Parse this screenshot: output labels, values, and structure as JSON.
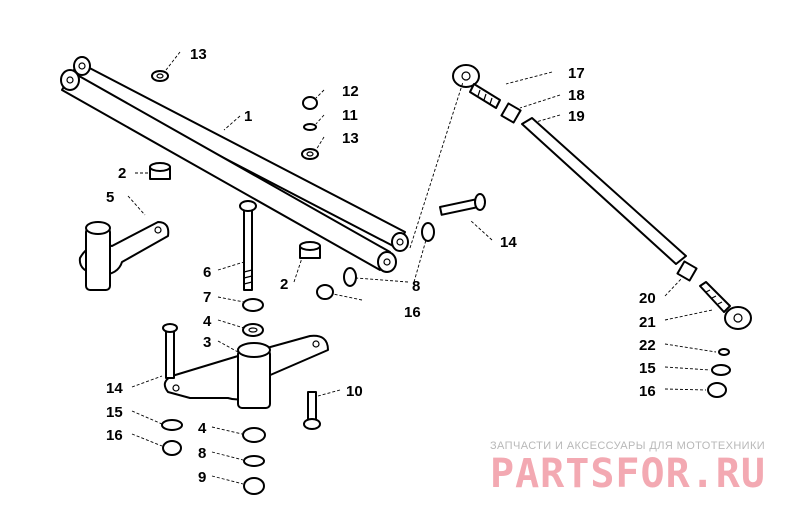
{
  "callouts": {
    "c1": "1",
    "c2a": "2",
    "c2b": "2",
    "c3": "3",
    "c4a": "4",
    "c4b": "4",
    "c5": "5",
    "c6": "6",
    "c7": "7",
    "c8a": "8",
    "c8b": "8",
    "c9": "9",
    "c10": "10",
    "c11": "11",
    "c12": "12",
    "c13a": "13",
    "c13b": "13",
    "c14a": "14",
    "c14b": "14",
    "c15a": "15",
    "c15b": "15",
    "c16a": "16",
    "c16b": "16",
    "c16c": "16",
    "c17": "17",
    "c18": "18",
    "c19": "19",
    "c20": "20",
    "c21": "21",
    "c22": "22"
  },
  "watermark": {
    "tagline": "ЗАПЧАСТИ И АКСЕССУАРЫ ДЛЯ МОТОТЕХНИКИ",
    "brand": "PARTSFOR.RU"
  }
}
